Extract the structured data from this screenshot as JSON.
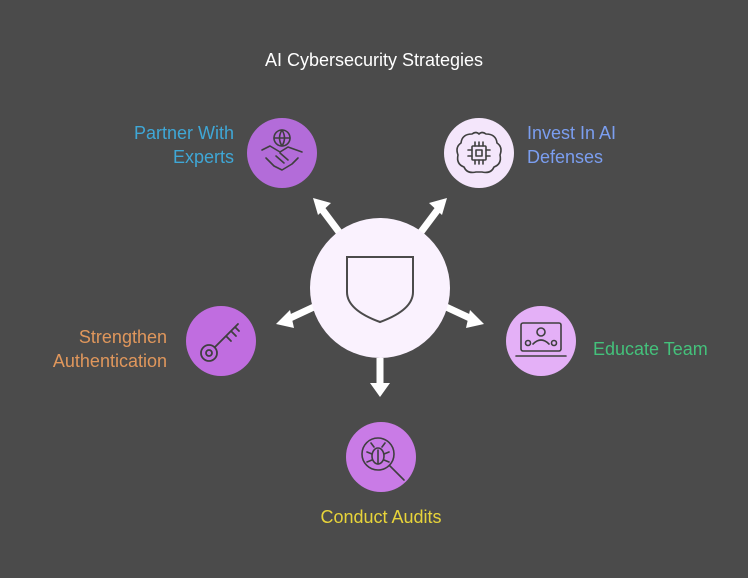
{
  "title": "AI Cybersecurity Strategies",
  "items": [
    {
      "lines": [
        "Partner With",
        "Experts"
      ],
      "color": "#3fa7d6",
      "icon": "handshake-globe-icon",
      "circle_color": "#b36cd9"
    },
    {
      "lines": [
        "Invest In AI",
        "Defenses"
      ],
      "color": "#7b9ef0",
      "icon": "ai-brain-chip-icon",
      "circle_color": "#f4e6fb"
    },
    {
      "lines": [
        "Strengthen",
        "Authentication"
      ],
      "color": "#e0975c",
      "icon": "key-icon",
      "circle_color": "#c06de0"
    },
    {
      "lines": [
        "Educate Team"
      ],
      "color": "#44c17b",
      "icon": "presentation-team-icon",
      "circle_color": "#e4b0f7"
    },
    {
      "lines": [
        "Conduct Audits"
      ],
      "color": "#e8d43a",
      "icon": "bug-search-icon",
      "circle_color": "#c97be6"
    }
  ],
  "center": {
    "icon": "shield-icon",
    "color": "#faf2fe"
  }
}
